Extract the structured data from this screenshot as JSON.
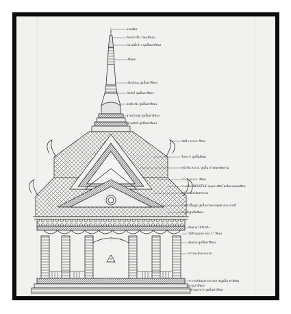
{
  "annotations": [
    {
      "text": "ยอดฉัตร"
    },
    {
      "text": "ฉัตรเก้าชั้น โลหะสีทอง"
    },
    {
      "text": "หยาดน้ำค้าง ปูนปั้นทาสีทอง"
    },
    {
      "text": "ปลียอด"
    },
    {
      "text": "ปล้องไฉน ปูนปั้นทาสีทอง"
    },
    {
      "text": "บัลลังก์ ปูนปั้นทาสีทอง"
    },
    {
      "text": "องค์ระฆัง ปูนปั้นทาสีทอง"
    },
    {
      "text": "ฐานบัวกลุ่ม ปูนปั้นทาสีทอง"
    },
    {
      "text": "ฐานสิงห์ ปูนปั้นทาสีทอง"
    },
    {
      "text": "ช่อฟ้า ค.ส.ล. สีทอง"
    },
    {
      "text": "ใบระกา ปูนปั้นสีทอง"
    },
    {
      "text": "หน้าบัน ค.ส.ล. ปูนปั้น ลายดอกพุดตาน"
    },
    {
      "text": "กระจัง ค.ส.ล. สีทอง"
    },
    {
      "text": "กระเบื้อง NEUSTILE รุ่นคลาสสิคโมเนียกลอนเคลือบ"
    },
    {
      "text": "หน้าบันทรงสัตตวรรณ"
    },
    {
      "text": "ลวดบัวปั้นปูน ปูนปั้นลายดอกพุดตานระบายสี"
    },
    {
      "text": "กระจังปูนปั้นสีทอง"
    },
    {
      "text": "คันทวย ไม้สักจริง"
    },
    {
      "text": "ไม้สักฉลุลาย หนา 1\" สีทอง"
    },
    {
      "text": "คันทวย ปูนปั้นทาสีทอง"
    },
    {
      "text": "เสาประดับลวดลาย"
    },
    {
      "text": "ราวระเบียงลูกกรงลวดลายปูนปั้น ทาสีทอง"
    },
    {
      "text": "ฐานเสาสีทอง"
    },
    {
      "text": "ฐานอาคาร ปูนปั้นทาสีทอง"
    }
  ],
  "colors": {
    "frame": "#0c0c0c",
    "paper": "#f1f1ef",
    "ink": "#1a1a1a",
    "hatch": "#5a5a5a"
  }
}
